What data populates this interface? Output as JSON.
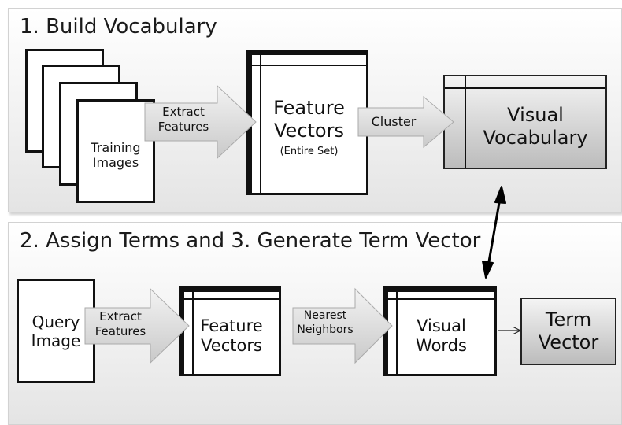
{
  "diagram": {
    "section1": {
      "title": "1. Build Vocabulary",
      "training_images": [
        "Training",
        "Images"
      ],
      "extract_features": [
        "Extract",
        "Features"
      ],
      "feature_vectors": [
        "Feature",
        "Vectors"
      ],
      "entire_set": "(Entire Set)",
      "cluster": "Cluster",
      "visual_vocabulary": [
        "Visual",
        "Vocabulary"
      ]
    },
    "section2": {
      "title": "2. Assign Terms and 3. Generate Term Vector",
      "query_image": [
        "Query",
        "Image"
      ],
      "extract_features": [
        "Extract",
        "Features"
      ],
      "feature_vectors": [
        "Feature",
        "Vectors"
      ],
      "nearest_neighbors": [
        "Nearest",
        "Neighbors"
      ],
      "visual_words": [
        "Visual",
        "Words"
      ],
      "term_vector": [
        "Term",
        "Vector"
      ]
    },
    "colors": {
      "arrow_fill": "#dcdcdc",
      "box_border": "#111111",
      "shaded_box": "#c8c8c8"
    }
  }
}
